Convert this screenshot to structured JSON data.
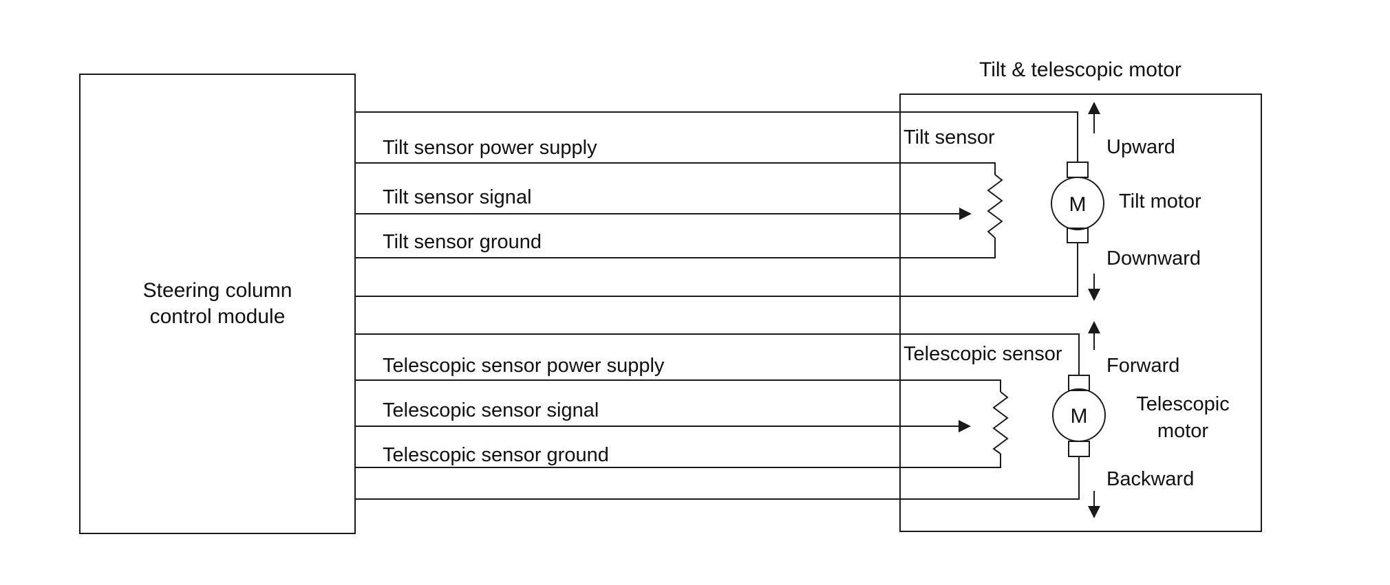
{
  "module": {
    "label_line1": "Steering column",
    "label_line2": "control module"
  },
  "motor_unit": {
    "title": "Tilt & telescopic motor"
  },
  "tilt": {
    "sensor_label": "Tilt sensor",
    "power_supply": "Tilt sensor power supply",
    "signal": "Tilt sensor signal",
    "ground": "Tilt sensor ground",
    "motor_symbol": "M",
    "motor_label": "Tilt motor",
    "up_label": "Upward",
    "down_label": "Downward"
  },
  "telescopic": {
    "sensor_label": "Telescopic sensor",
    "power_supply": "Telescopic sensor power supply",
    "signal": "Telescopic sensor signal",
    "ground": "Telescopic sensor ground",
    "motor_symbol": "M",
    "motor_label_line1": "Telescopic",
    "motor_label_line2": "motor",
    "forward_label": "Forward",
    "backward_label": "Backward"
  }
}
